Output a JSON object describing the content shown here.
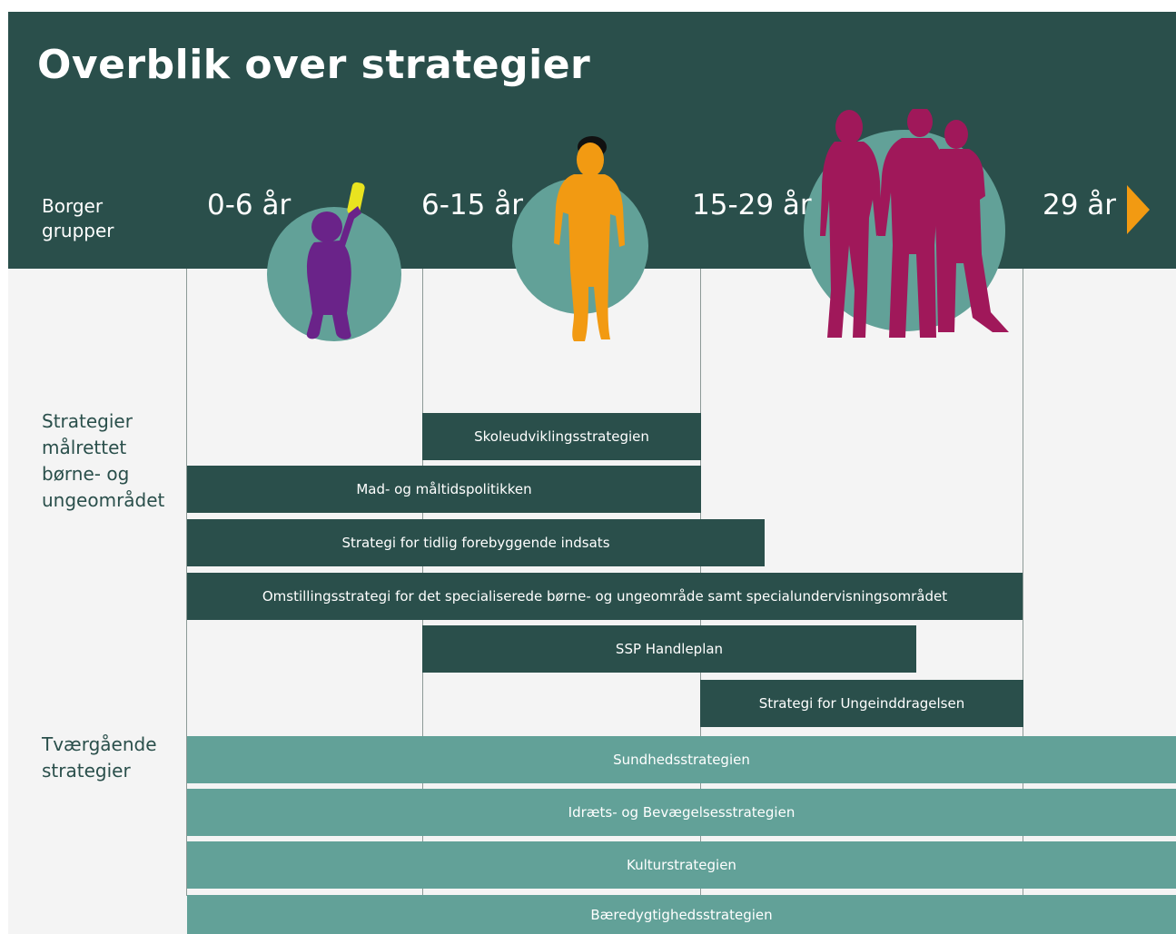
{
  "title": "Overblik over strategier",
  "header": {
    "group_label": "Borger\ngrupper",
    "ages": [
      "0-6 år",
      "6-15 år",
      "15-29 år",
      "29 år"
    ]
  },
  "sections": {
    "targeted": "Strategier\nmålrettet\nbørne- og\nungeområdet",
    "cross": "Tværgående\nstrategier"
  },
  "strategies_targeted": [
    "Skoleudviklingsstrategien",
    "Mad- og måltidspolitikken",
    "Strategi for tidlig forebyggende indsats",
    "Omstillingsstrategi for det specialiserede børne- og ungeområde samt specialundervisningsområdet",
    "SSP Handleplan",
    "Strategi for Ungeinddragelsen"
  ],
  "strategies_cross": [
    "Sundhedsstrategien",
    "Idræts- og Bevægelsesstrategien",
    "Kulturstrategien",
    "Bæredygtighedsstrategien"
  ],
  "icons": [
    "toddler-figure-icon",
    "child-figure-icon",
    "youth-group-figure-icon",
    "arrow-right-icon"
  ],
  "colors": {
    "dark_green": "#2a4f4b",
    "teal": "#62a198",
    "orange": "#f29a12",
    "purple": "#6a2389",
    "magenta": "#a0185a",
    "yellow": "#e9e31f",
    "background": "#f4f4f4"
  }
}
